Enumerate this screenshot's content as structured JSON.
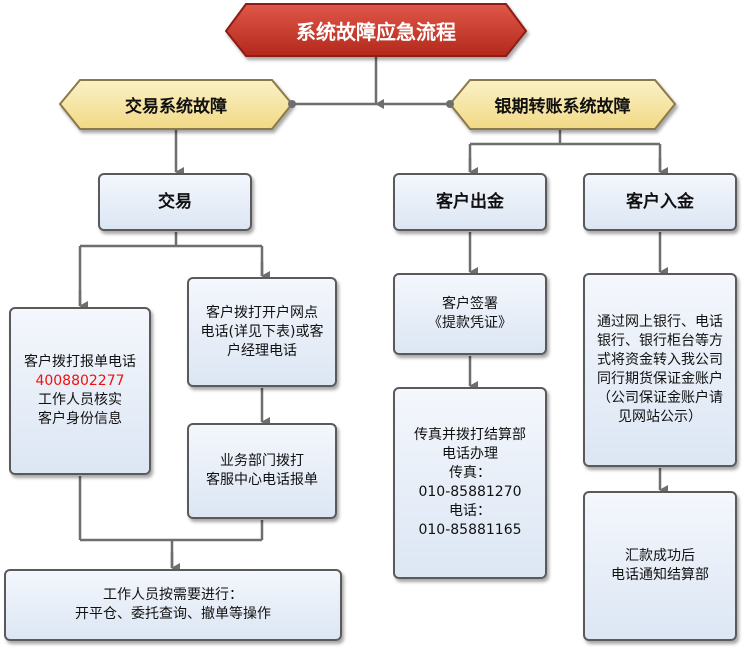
{
  "title": "系统故障应急流程",
  "categories": {
    "trading": "交易系统故障",
    "bank_transfer": "银期转账系统故障"
  },
  "nodes": {
    "trading": "交易",
    "withdraw": "客户出金",
    "deposit": "客户入金",
    "call_report": {
      "line1": "客户拨打报单电话",
      "phone": "4008802277",
      "line2": "工作人员核实",
      "line3": "客户身份信息"
    },
    "call_branch": [
      "客户拨打开户网点",
      "电话(详见下表)或客",
      "户经理电话"
    ],
    "dept_call": [
      "业务部门拨打",
      "客服中心电话报单"
    ],
    "staff_ops": [
      "工作人员按需要进行：",
      "开平仓、委托查询、撤单等操作"
    ],
    "sign_voucher": [
      "客户签署",
      "《提款凭证》"
    ],
    "fax_settlement": [
      "传真并拨打结算部",
      "电话办理",
      "传真：",
      "010-85881270",
      "电话：",
      "010-85881165"
    ],
    "transfer_funds": [
      "通过网上银行、电话",
      "银行、银行柜台等方",
      "式将资金转入我公司",
      "同行期货保证金账户",
      "（公司保证金账户请",
      "见网站公示）"
    ],
    "notify_settlement": [
      "汇款成功后",
      "电话通知结算部"
    ]
  },
  "colors": {
    "title_fill": "#c0392b",
    "category_fill": "#f7e6a8",
    "box_border": "#5a5a5a",
    "connector": "#6e6e6e",
    "phone_red": "#ee1111"
  }
}
